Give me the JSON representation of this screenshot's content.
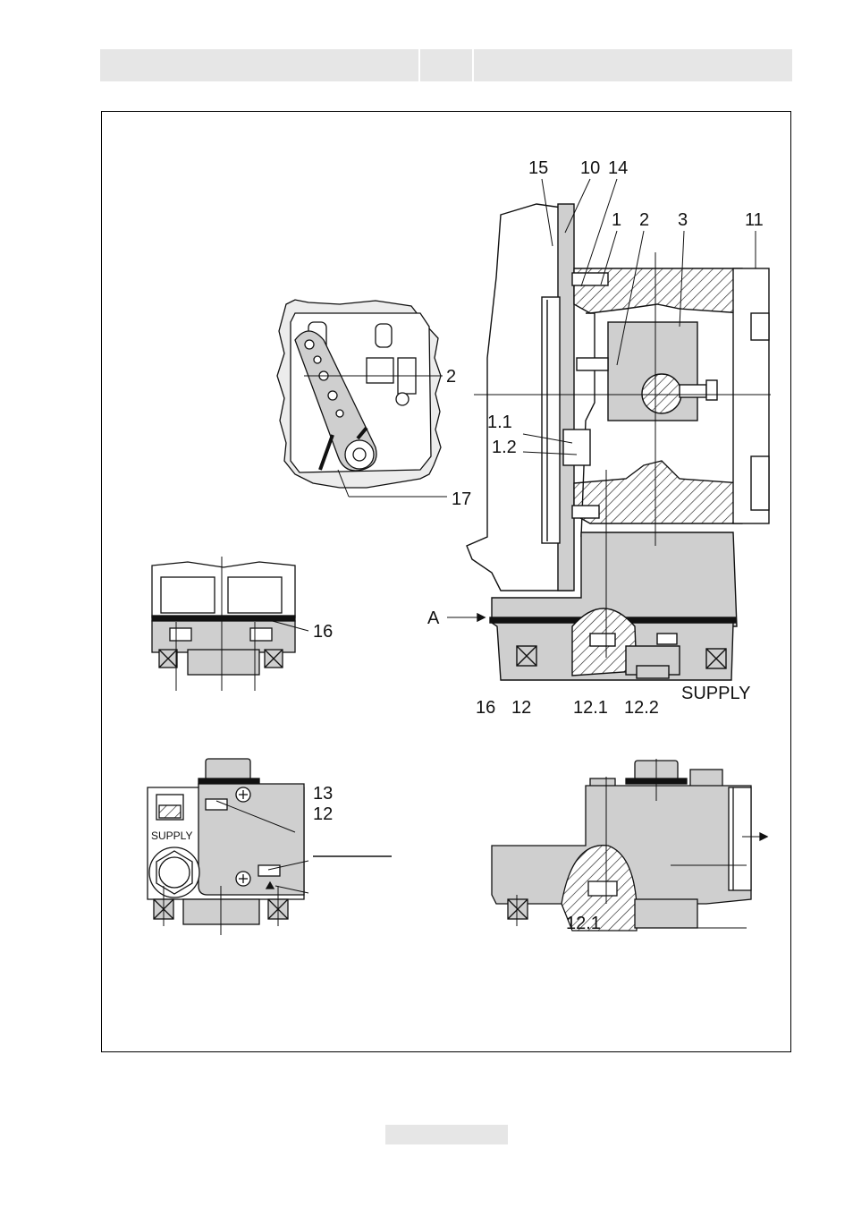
{
  "callouts": {
    "c15": "15",
    "c10": "10",
    "c14": "14",
    "c1": "1",
    "c2": "2",
    "c3": "3",
    "c11": "11",
    "c2_detail": "2",
    "c1_1": "1.1",
    "c1_2": "1.2",
    "c17": "17",
    "c16_left": "16",
    "cA": "A",
    "c16_bottom": "16",
    "c12": "12",
    "c12_1": "12.1",
    "c12_2": "12.2",
    "supply_main": "SUPPLY",
    "c13": "13",
    "c12_block": "12",
    "supply_block": "SUPPLY",
    "c12_1_bottom": "12.1"
  }
}
